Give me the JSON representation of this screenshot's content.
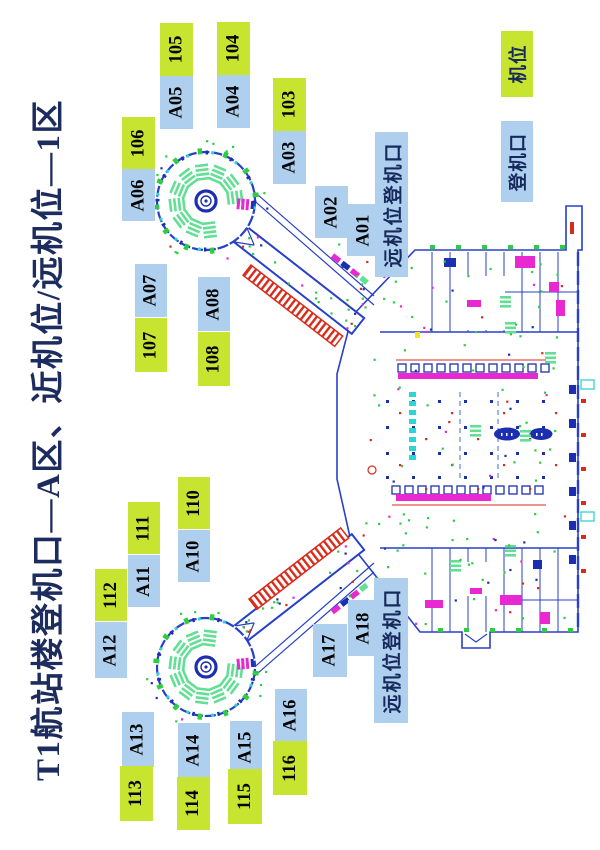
{
  "title": "T1航站楼登机口—A区、近机位/远机位—1区",
  "legend": {
    "stand_label": "机位",
    "gate_label": "登机口"
  },
  "labels": [
    {
      "id": "105",
      "text": "105",
      "kind": "stand"
    },
    {
      "id": "A05",
      "text": "A05",
      "kind": "gate"
    },
    {
      "id": "104",
      "text": "104",
      "kind": "stand"
    },
    {
      "id": "A04",
      "text": "A04",
      "kind": "gate"
    },
    {
      "id": "103",
      "text": "103",
      "kind": "stand"
    },
    {
      "id": "A03",
      "text": "A03",
      "kind": "gate"
    },
    {
      "id": "106",
      "text": "106",
      "kind": "stand"
    },
    {
      "id": "A06",
      "text": "A06",
      "kind": "gate"
    },
    {
      "id": "A02",
      "text": "A02",
      "kind": "gate"
    },
    {
      "id": "A01",
      "text": "A01",
      "kind": "gate"
    },
    {
      "id": "A07",
      "text": "A07",
      "kind": "gate"
    },
    {
      "id": "107",
      "text": "107",
      "kind": "stand"
    },
    {
      "id": "A08",
      "text": "A08",
      "kind": "gate"
    },
    {
      "id": "108",
      "text": "108",
      "kind": "stand"
    },
    {
      "id": "remote-top",
      "text": "远机位登机口",
      "kind": "remote"
    },
    {
      "id": "110",
      "text": "110",
      "kind": "stand"
    },
    {
      "id": "A10",
      "text": "A10",
      "kind": "gate"
    },
    {
      "id": "111",
      "text": "111",
      "kind": "stand"
    },
    {
      "id": "A11",
      "text": "A11",
      "kind": "gate"
    },
    {
      "id": "112",
      "text": "112",
      "kind": "stand"
    },
    {
      "id": "A12",
      "text": "A12",
      "kind": "gate"
    },
    {
      "id": "A13",
      "text": "A13",
      "kind": "gate"
    },
    {
      "id": "113",
      "text": "113",
      "kind": "stand"
    },
    {
      "id": "A14",
      "text": "A14",
      "kind": "gate"
    },
    {
      "id": "114",
      "text": "114",
      "kind": "stand"
    },
    {
      "id": "A15",
      "text": "A15",
      "kind": "gate"
    },
    {
      "id": "115",
      "text": "115",
      "kind": "stand"
    },
    {
      "id": "A16",
      "text": "A16",
      "kind": "gate"
    },
    {
      "id": "116",
      "text": "116",
      "kind": "stand"
    },
    {
      "id": "A17",
      "text": "A17",
      "kind": "gate"
    },
    {
      "id": "A18",
      "text": "A18",
      "kind": "gate"
    },
    {
      "id": "remote-bottom",
      "text": "远机位登机口",
      "kind": "remote"
    }
  ],
  "colors": {
    "stand_bg": "#c6e430",
    "gate_bg": "#aed0ee",
    "title_navy": "#1c2c5e",
    "cad_blue": "#2840c8",
    "cad_green": "#35d23a",
    "cad_magenta": "#e829d2",
    "cad_red": "#d92b1a",
    "cad_cyan": "#2fd4d4"
  }
}
